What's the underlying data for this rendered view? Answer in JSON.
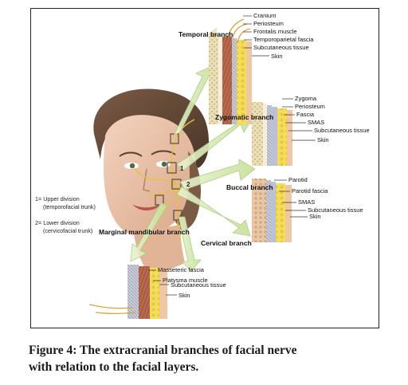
{
  "branches": {
    "temporal": "Temporal branch",
    "zygomatic": "Zygomatic branch",
    "buccal": "Buccal branch",
    "cervical": "Cervical branch",
    "marginal": "Marginal mandibular branch"
  },
  "layers": {
    "temporal": [
      "Cranium",
      "Periosteum",
      "Frontalis muscle",
      "Temporoparietal fascia",
      "Subcutaneous tissue",
      "Skin"
    ],
    "zygomatic": [
      "Zygoma",
      "Periosteum",
      "Fascia",
      "SMAS",
      "Subcutaneous tissue",
      "Skin"
    ],
    "buccal": [
      "Parotid",
      "Parotid fascia",
      "SMAS",
      "Subcutaneous tissue",
      "Skin"
    ],
    "marginal": [
      "Masseteric fascia",
      "Platysma muscle",
      "Subcutaneous tissue",
      "Skin"
    ]
  },
  "division_markers": {
    "one": "1",
    "two": "2"
  },
  "legend": {
    "upper": "1= Upper division",
    "upper_sub": "(temporofacial trunk)",
    "lower": "2= Lower division",
    "lower_sub": "(cervicofacial trunk)"
  },
  "caption": {
    "line1": "Figure 4: The extracranial branches of facial nerve",
    "line2": "with relation to the facial layers."
  }
}
